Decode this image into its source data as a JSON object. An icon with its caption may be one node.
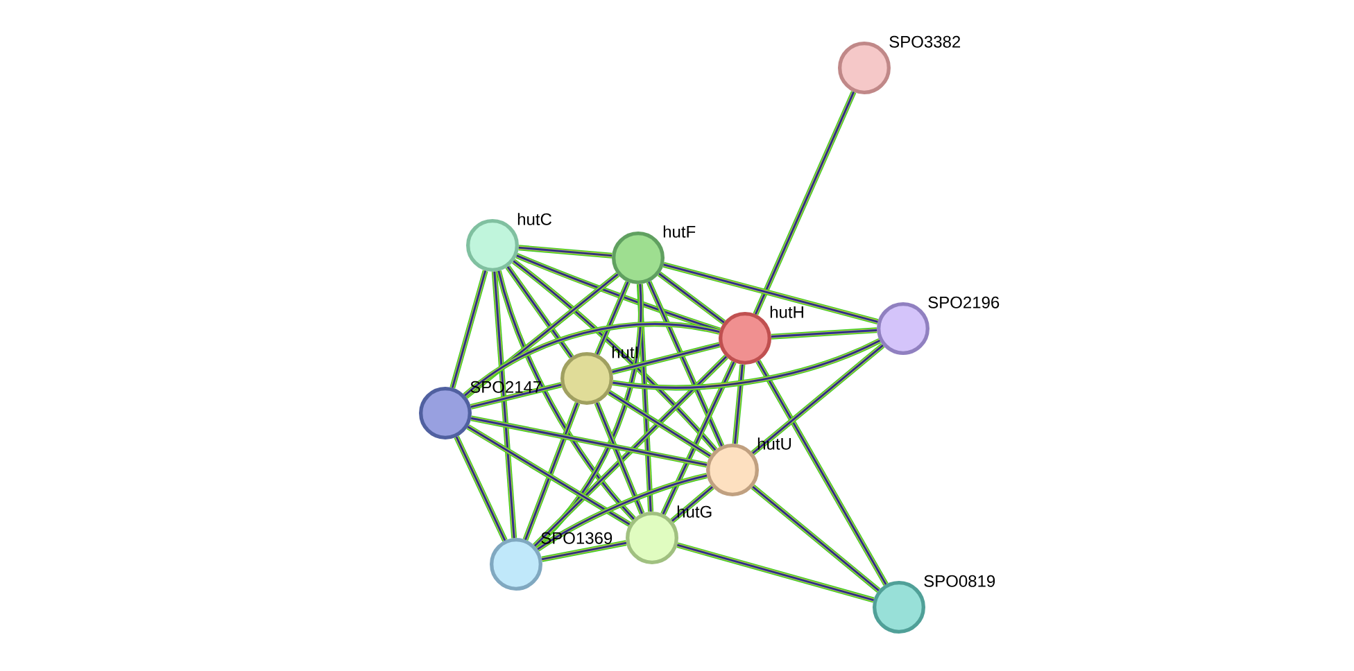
{
  "diagram": {
    "nodes": [
      {
        "text": [],
        "shape": "circle",
        "beside": [
          "SPO3382"
        ]
      },
      {
        "text": [],
        "shape": "circle",
        "beside": [
          "hutC"
        ]
      },
      {
        "text": [],
        "shape": "circle",
        "beside": [
          "hutF"
        ]
      },
      {
        "text": [],
        "shape": "circle",
        "beside": [
          "SPO2196"
        ]
      },
      {
        "text": [],
        "shape": "circle",
        "beside": [
          "hutH"
        ]
      },
      {
        "text": [],
        "shape": "circle",
        "beside": [
          "hutI"
        ]
      },
      {
        "text": [],
        "shape": "circle",
        "beside": [
          "SPO2147"
        ]
      },
      {
        "text": [],
        "shape": "circle",
        "beside": [
          "hutU"
        ]
      },
      {
        "text": [],
        "shape": "circle",
        "beside": [
          "SPO1369"
        ]
      },
      {
        "text": [],
        "shape": "circle",
        "beside": [
          "hutG"
        ]
      },
      {
        "text": [],
        "shape": "circle",
        "beside": [
          "SPO0819"
        ]
      }
    ],
    "edges": [
      {
        "from": 0,
        "to": 4,
        "arrow": "none"
      },
      {
        "from": 1,
        "to": 2,
        "arrow": "none"
      },
      {
        "from": 1,
        "to": 4,
        "arrow": "none"
      },
      {
        "from": 1,
        "to": 5,
        "arrow": "none"
      },
      {
        "from": 1,
        "to": 6,
        "arrow": "none"
      },
      {
        "from": 1,
        "to": 7,
        "arrow": "none"
      },
      {
        "from": 1,
        "to": 9,
        "arrow": "none"
      },
      {
        "from": 1,
        "to": 8,
        "arrow": "none"
      },
      {
        "from": 2,
        "to": 4,
        "arrow": "none"
      },
      {
        "from": 2,
        "to": 3,
        "arrow": "none"
      },
      {
        "from": 2,
        "to": 5,
        "arrow": "none"
      },
      {
        "from": 2,
        "to": 6,
        "arrow": "none"
      },
      {
        "from": 2,
        "to": 7,
        "arrow": "none"
      },
      {
        "from": 2,
        "to": 9,
        "arrow": "none"
      },
      {
        "from": 2,
        "to": 8,
        "arrow": "none"
      },
      {
        "from": 4,
        "to": 3,
        "arrow": "none"
      },
      {
        "from": 4,
        "to": 5,
        "arrow": "none"
      },
      {
        "from": 4,
        "to": 6,
        "arrow": "none"
      },
      {
        "from": 4,
        "to": 7,
        "arrow": "none"
      },
      {
        "from": 4,
        "to": 9,
        "arrow": "none"
      },
      {
        "from": 4,
        "to": 8,
        "arrow": "none"
      },
      {
        "from": 4,
        "to": 10,
        "arrow": "none"
      },
      {
        "from": 3,
        "to": 7,
        "arrow": "none"
      },
      {
        "from": 3,
        "to": 5,
        "arrow": "none"
      },
      {
        "from": 5,
        "to": 6,
        "arrow": "none"
      },
      {
        "from": 5,
        "to": 7,
        "arrow": "none"
      },
      {
        "from": 5,
        "to": 9,
        "arrow": "none"
      },
      {
        "from": 5,
        "to": 8,
        "arrow": "none"
      },
      {
        "from": 6,
        "to": 7,
        "arrow": "none"
      },
      {
        "from": 6,
        "to": 9,
        "arrow": "none"
      },
      {
        "from": 6,
        "to": 8,
        "arrow": "none"
      },
      {
        "from": 7,
        "to": 9,
        "arrow": "none"
      },
      {
        "from": 7,
        "to": 8,
        "arrow": "none"
      },
      {
        "from": 7,
        "to": 10,
        "arrow": "none"
      },
      {
        "from": 9,
        "to": 8,
        "arrow": "none"
      },
      {
        "from": 9,
        "to": 10,
        "arrow": "none"
      }
    ]
  }
}
